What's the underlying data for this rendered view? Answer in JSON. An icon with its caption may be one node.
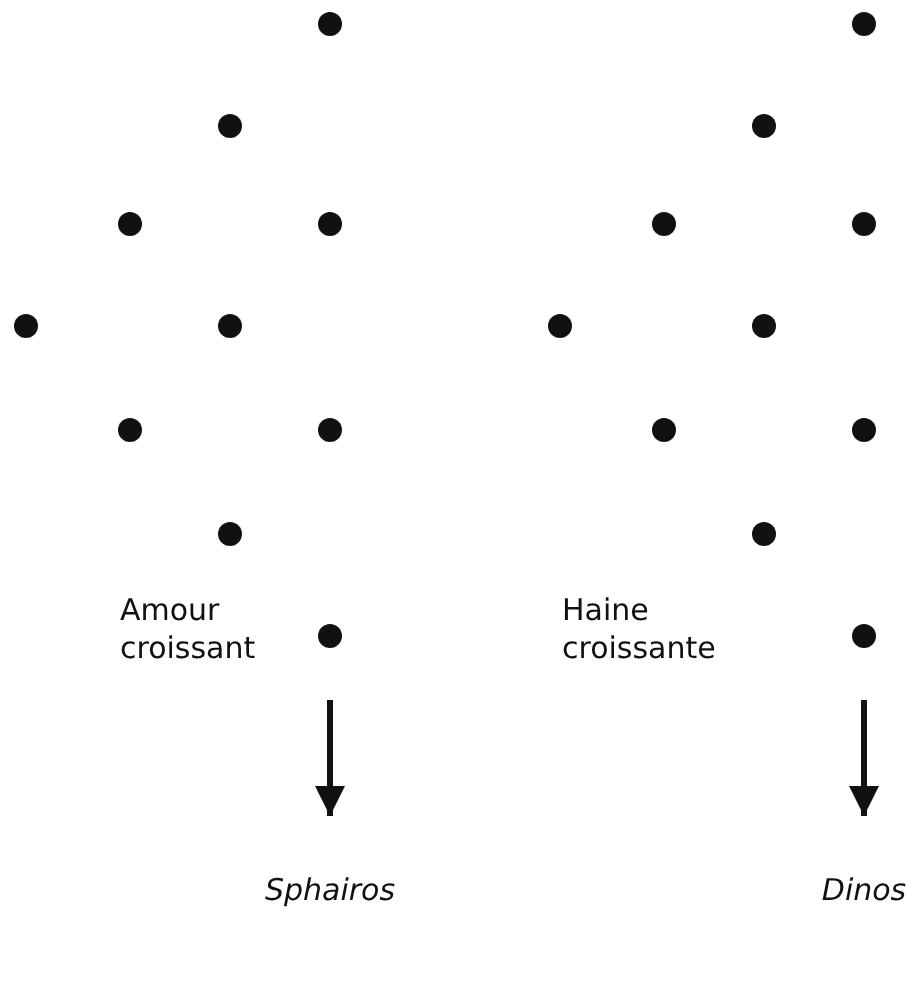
{
  "diagram": {
    "nodes": [
      {
        "text": [
          "Sphairos"
        ]
      },
      {
        "text": [
          "Dinos"
        ]
      }
    ],
    "edges": [
      {
        "from": null,
        "to": 0,
        "arrow": "to"
      },
      {
        "from": null,
        "to": 1,
        "arrow": "to"
      }
    ],
    "labels": [
      "Amour croissant",
      "Haine croissante"
    ]
  }
}
